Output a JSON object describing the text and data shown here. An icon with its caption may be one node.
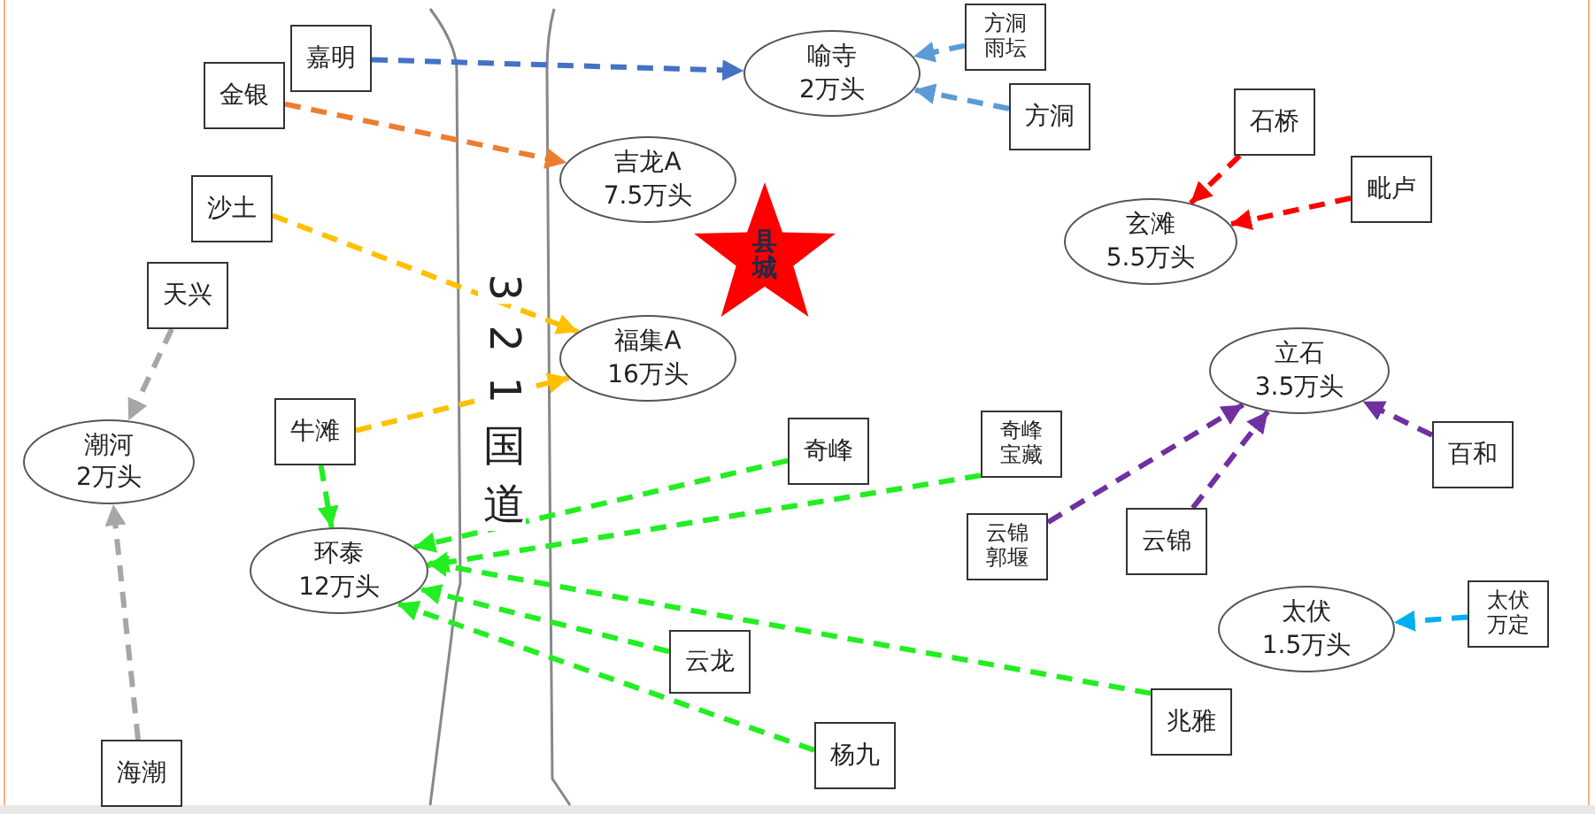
{
  "diagram": {
    "nodes": [
      {
        "text": [
          "嘉明"
        ]
      },
      {
        "text": [
          "方洞雨坛"
        ]
      },
      {
        "text": [
          "喻寺",
          "2万头"
        ]
      },
      {
        "text": [
          "金银"
        ]
      },
      {
        "text": [
          "方洞"
        ]
      },
      {
        "text": [
          "石桥"
        ]
      },
      {
        "text": [
          "吉龙A",
          "7.5万头"
        ]
      },
      {
        "text": [
          "毗卢"
        ]
      },
      {
        "text": [
          "沙土"
        ]
      },
      {
        "text": [
          "玄滩",
          "5.5万头"
        ]
      },
      {
        "text": [
          "县城"
        ]
      },
      {
        "text": [
          "天兴"
        ]
      },
      {
        "text": [
          "福集A",
          "16万头"
        ]
      },
      {
        "text": [
          "立石",
          "3.5万头"
        ]
      },
      {
        "text": [
          "牛滩"
        ]
      },
      {
        "text": [
          "奇峰"
        ]
      },
      {
        "text": [
          "奇峰宝藏"
        ]
      },
      {
        "text": [
          "百和"
        ]
      },
      {
        "text": [
          "潮河",
          "2万头"
        ]
      },
      {
        "text": [
          "云锦郭堰"
        ]
      },
      {
        "text": [
          "云锦"
        ]
      },
      {
        "text": [
          "环泰",
          "12万头"
        ]
      },
      {
        "text": [
          "太伏万定"
        ]
      },
      {
        "text": [
          "太伏",
          "1.5万头"
        ]
      },
      {
        "text": [
          "云龙"
        ]
      },
      {
        "text": [
          "兆雅"
        ]
      },
      {
        "text": [
          "杨九"
        ]
      },
      {
        "text": [
          "海潮"
        ]
      }
    ],
    "edges": [
      {
        "from": 0,
        "to": 2,
        "arrow": "to",
        "style": "dashed",
        "color": "#4472c4"
      },
      {
        "from": 3,
        "to": 6,
        "arrow": "to",
        "style": "dashed",
        "color": "#ed7d31"
      },
      {
        "from": 1,
        "to": 2,
        "arrow": "to",
        "style": "dashed",
        "color": "#5b9bd5"
      },
      {
        "from": 4,
        "to": 2,
        "arrow": "to",
        "style": "dashed",
        "color": "#5b9bd5"
      },
      {
        "from": 5,
        "to": 9,
        "arrow": "to",
        "style": "dashed",
        "color": "#ff0000"
      },
      {
        "from": 7,
        "to": 9,
        "arrow": "to",
        "style": "dashed",
        "color": "#ff0000"
      },
      {
        "from": 8,
        "to": 12,
        "arrow": "to",
        "style": "dashed",
        "color": "#ffc000"
      },
      {
        "from": 14,
        "to": 12,
        "arrow": "to",
        "style": "dashed",
        "color": "#ffc000"
      },
      {
        "from": 11,
        "to": 18,
        "arrow": "to",
        "style": "dashed",
        "color": "#a6a6a6"
      },
      {
        "from": 27,
        "to": 18,
        "arrow": "to",
        "style": "dashed",
        "color": "#a6a6a6"
      },
      {
        "from": 14,
        "to": 21,
        "arrow": "to",
        "style": "dashed",
        "color": "#22ee22"
      },
      {
        "from": 15,
        "to": 21,
        "arrow": "to",
        "style": "dashed",
        "color": "#22ee22"
      },
      {
        "from": 16,
        "to": 21,
        "arrow": "to",
        "style": "dashed",
        "color": "#22ee22"
      },
      {
        "from": 24,
        "to": 21,
        "arrow": "to",
        "style": "dashed",
        "color": "#22ee22"
      },
      {
        "from": 25,
        "to": 21,
        "arrow": "to",
        "style": "dashed",
        "color": "#22ee22"
      },
      {
        "from": 26,
        "to": 21,
        "arrow": "to",
        "style": "dashed",
        "color": "#22ee22"
      },
      {
        "from": 19,
        "to": 13,
        "arrow": "to",
        "style": "dashed",
        "color": "#7030a0"
      },
      {
        "from": 20,
        "to": 13,
        "arrow": "to",
        "style": "dashed",
        "color": "#7030a0"
      },
      {
        "from": 17,
        "to": 13,
        "arrow": "to",
        "style": "dashed",
        "color": "#7030a0"
      },
      {
        "from": 22,
        "to": 23,
        "arrow": "to",
        "style": "dashed",
        "color": "#00b0f0"
      }
    ],
    "labels": [
      "321国道"
    ]
  }
}
